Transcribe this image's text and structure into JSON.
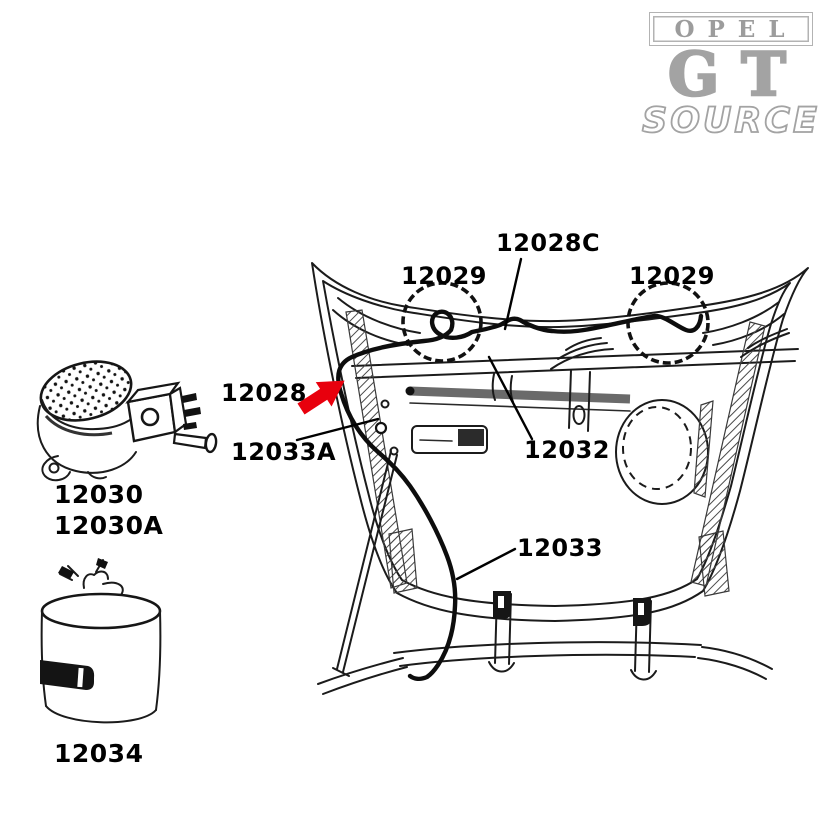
{
  "page": {
    "background": "#ffffff"
  },
  "logo": {
    "brand": "OPEL",
    "model": "GT",
    "word": "SOURCE",
    "gray": "#a3a3a3"
  },
  "colors": {
    "line": "#1b1b1b",
    "arrow_red": "#e8000d",
    "label_text": "#000000",
    "bar_gray": "#6a6a6a"
  },
  "labels": {
    "hose": "12028",
    "tee": "12028C",
    "nozzle_left": "12029",
    "nozzle_right": "12029",
    "pump": "12030",
    "pump_alt": "12030A",
    "hose_mid": "12032",
    "hose_lower": "12033",
    "grommet": "12033A",
    "reservoir": "12034"
  }
}
